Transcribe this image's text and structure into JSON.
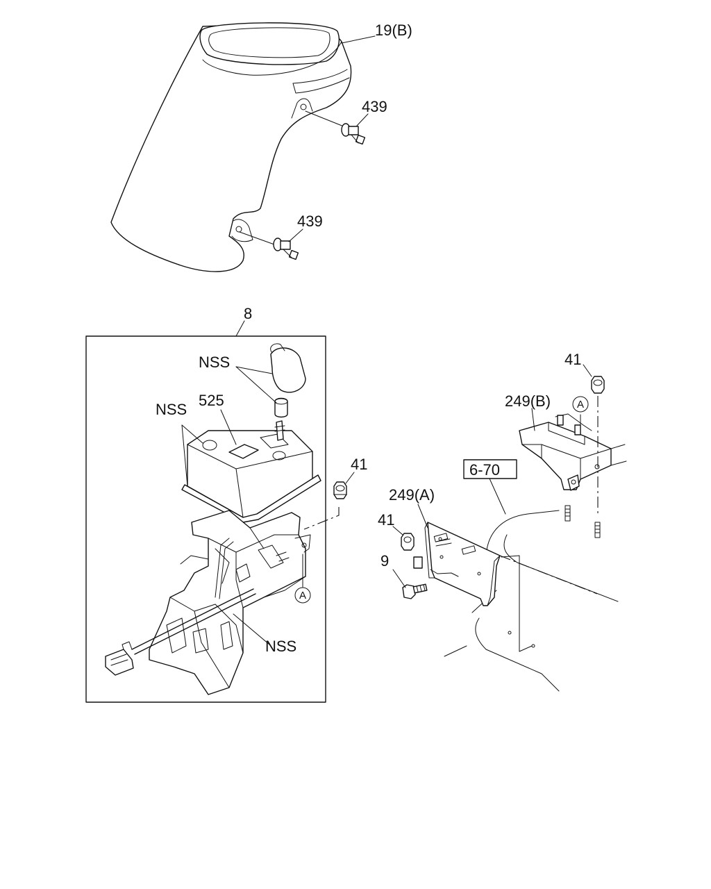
{
  "callouts": {
    "part_19b": "19(B)",
    "part_439_upper": "439",
    "part_439_lower": "439",
    "part_8": "8",
    "nss_knob": "NSS",
    "part_525": "525",
    "nss_cover": "NSS",
    "nss_bracket": "NSS",
    "part_41_left": "41",
    "ref_a_left": "A",
    "part_41_top": "41",
    "part_249b": "249(B)",
    "ref_a_right": "A",
    "ref_6_70": "6-70",
    "part_249a": "249(A)",
    "part_41_mid": "41",
    "part_9": "9"
  }
}
